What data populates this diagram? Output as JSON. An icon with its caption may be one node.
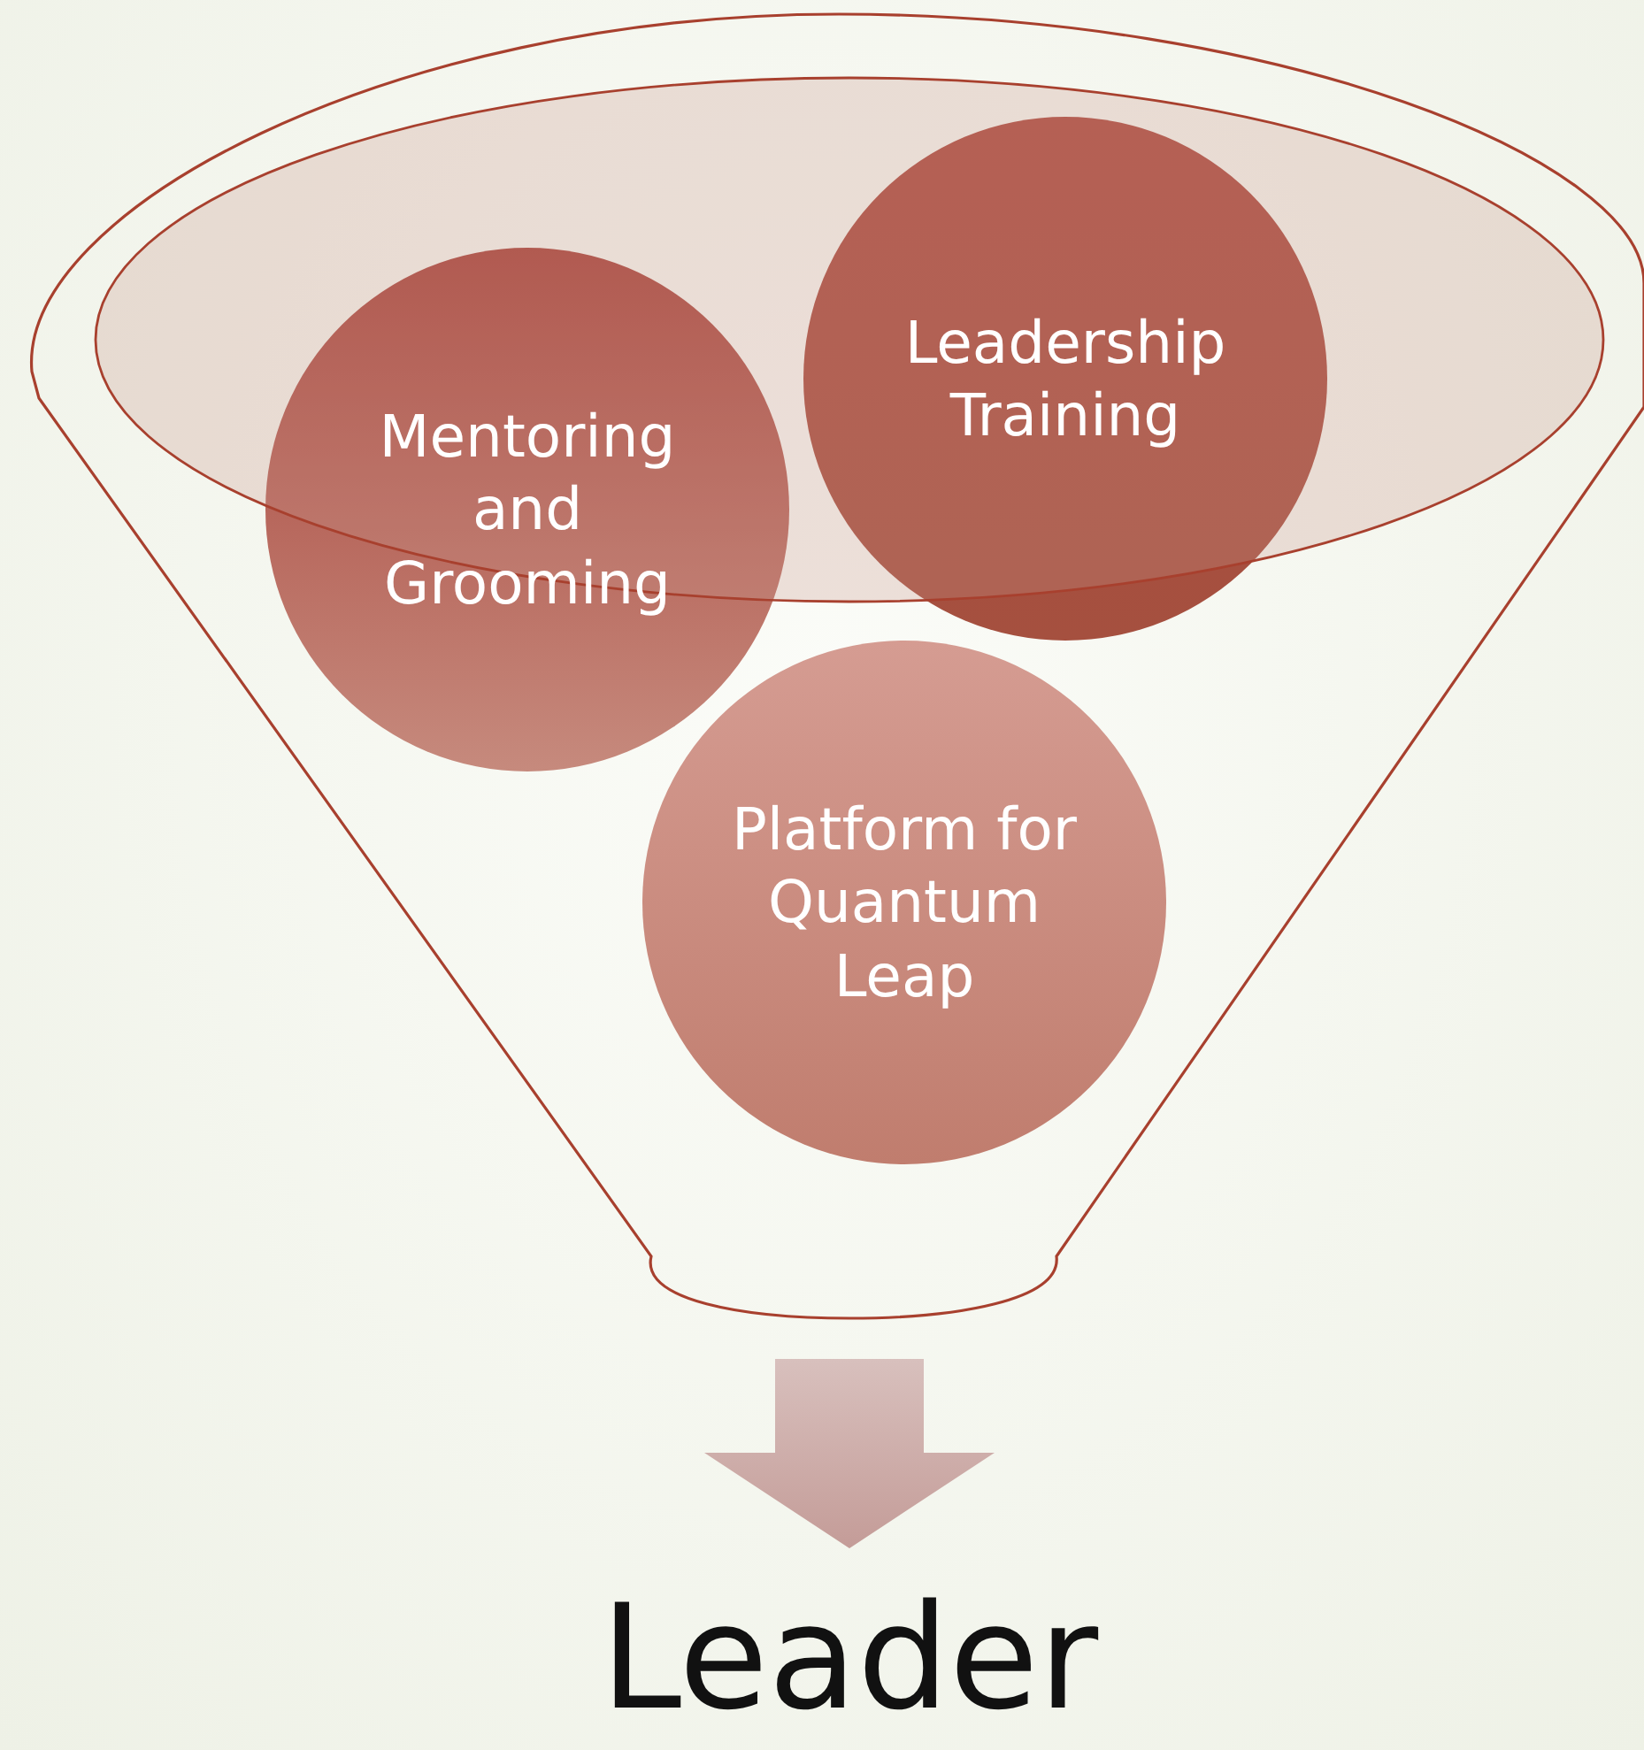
{
  "diagram": {
    "nodes": [
      {
        "text": [],
        "shape": "funnel"
      },
      {
        "text": [
          "Mentoring and Grooming"
        ],
        "in": 0
      },
      {
        "text": [
          "Leadership Training"
        ],
        "in": 0
      },
      {
        "text": [
          "Platform for Quantum Leap"
        ],
        "in": 0
      },
      {
        "text": [
          "Leader"
        ]
      }
    ],
    "edges": [
      {
        "from": 0,
        "to": 4,
        "arrow": "to",
        "style": "thick"
      }
    ]
  }
}
